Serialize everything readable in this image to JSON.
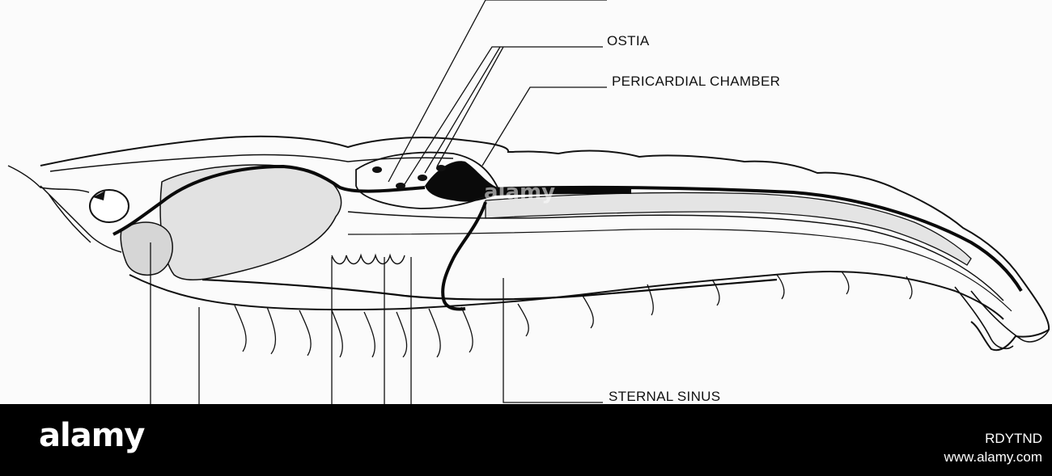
{
  "diagram": {
    "labels": {
      "ostia": "OSTIA",
      "pericardial_chamber": "PERICARDIAL CHAMBER",
      "sternal_sinus": "STERNAL SINUS"
    },
    "colors": {
      "line": "#111111",
      "stipple": "#d8d8d8",
      "background": "#fbfbfb"
    }
  },
  "footer": {
    "logo": "alamy",
    "image_id": "RDYTND",
    "site": "www.alamy.com",
    "watermark": "alamy"
  }
}
